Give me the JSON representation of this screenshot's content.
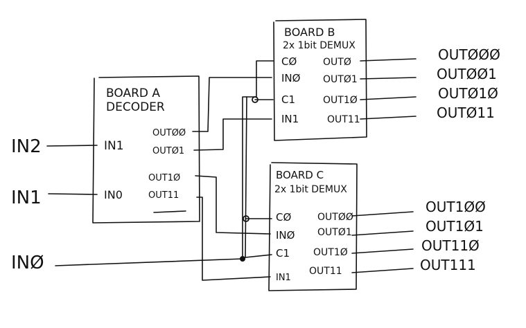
{
  "inputs": {
    "in2": "IN2",
    "in1": "IN1",
    "in0": "INØ"
  },
  "board_a": {
    "title": "BOARD A",
    "subtitle": "DECODER",
    "pin_in1": "IN1",
    "pin_in0": "IN0",
    "out00": "OUTØØ",
    "out01": "OUTØ1",
    "out10": "OUT1Ø",
    "out11": "OUT11"
  },
  "board_b": {
    "title": "BOARD B",
    "subtitle": "2x 1bit DEMUX",
    "c0": "CØ",
    "in0": "INØ",
    "c1": "C1",
    "in1": "IN1",
    "out0": "OUTØ",
    "out01": "OUTØ1",
    "out10": "OUT1Ø",
    "out11": "OUT11"
  },
  "board_c": {
    "title": "BOARD C",
    "subtitle": "2x 1bit DEMUX",
    "c0": "CØ",
    "in0": "INØ",
    "c1": "C1",
    "in1": "IN1",
    "out00": "OUTØØ",
    "out01": "OUTØ1",
    "out10": "OUT1Ø",
    "out11": "OUT11"
  },
  "outputs": {
    "o000": "OUTØØØ",
    "o001": "OUTØØ1",
    "o010": "OUTØ1Ø",
    "o011": "OUTØ11",
    "o100": "OUT1ØØ",
    "o101": "OUT1Ø1",
    "o110": "OUT11Ø",
    "o111": "OUT111"
  }
}
